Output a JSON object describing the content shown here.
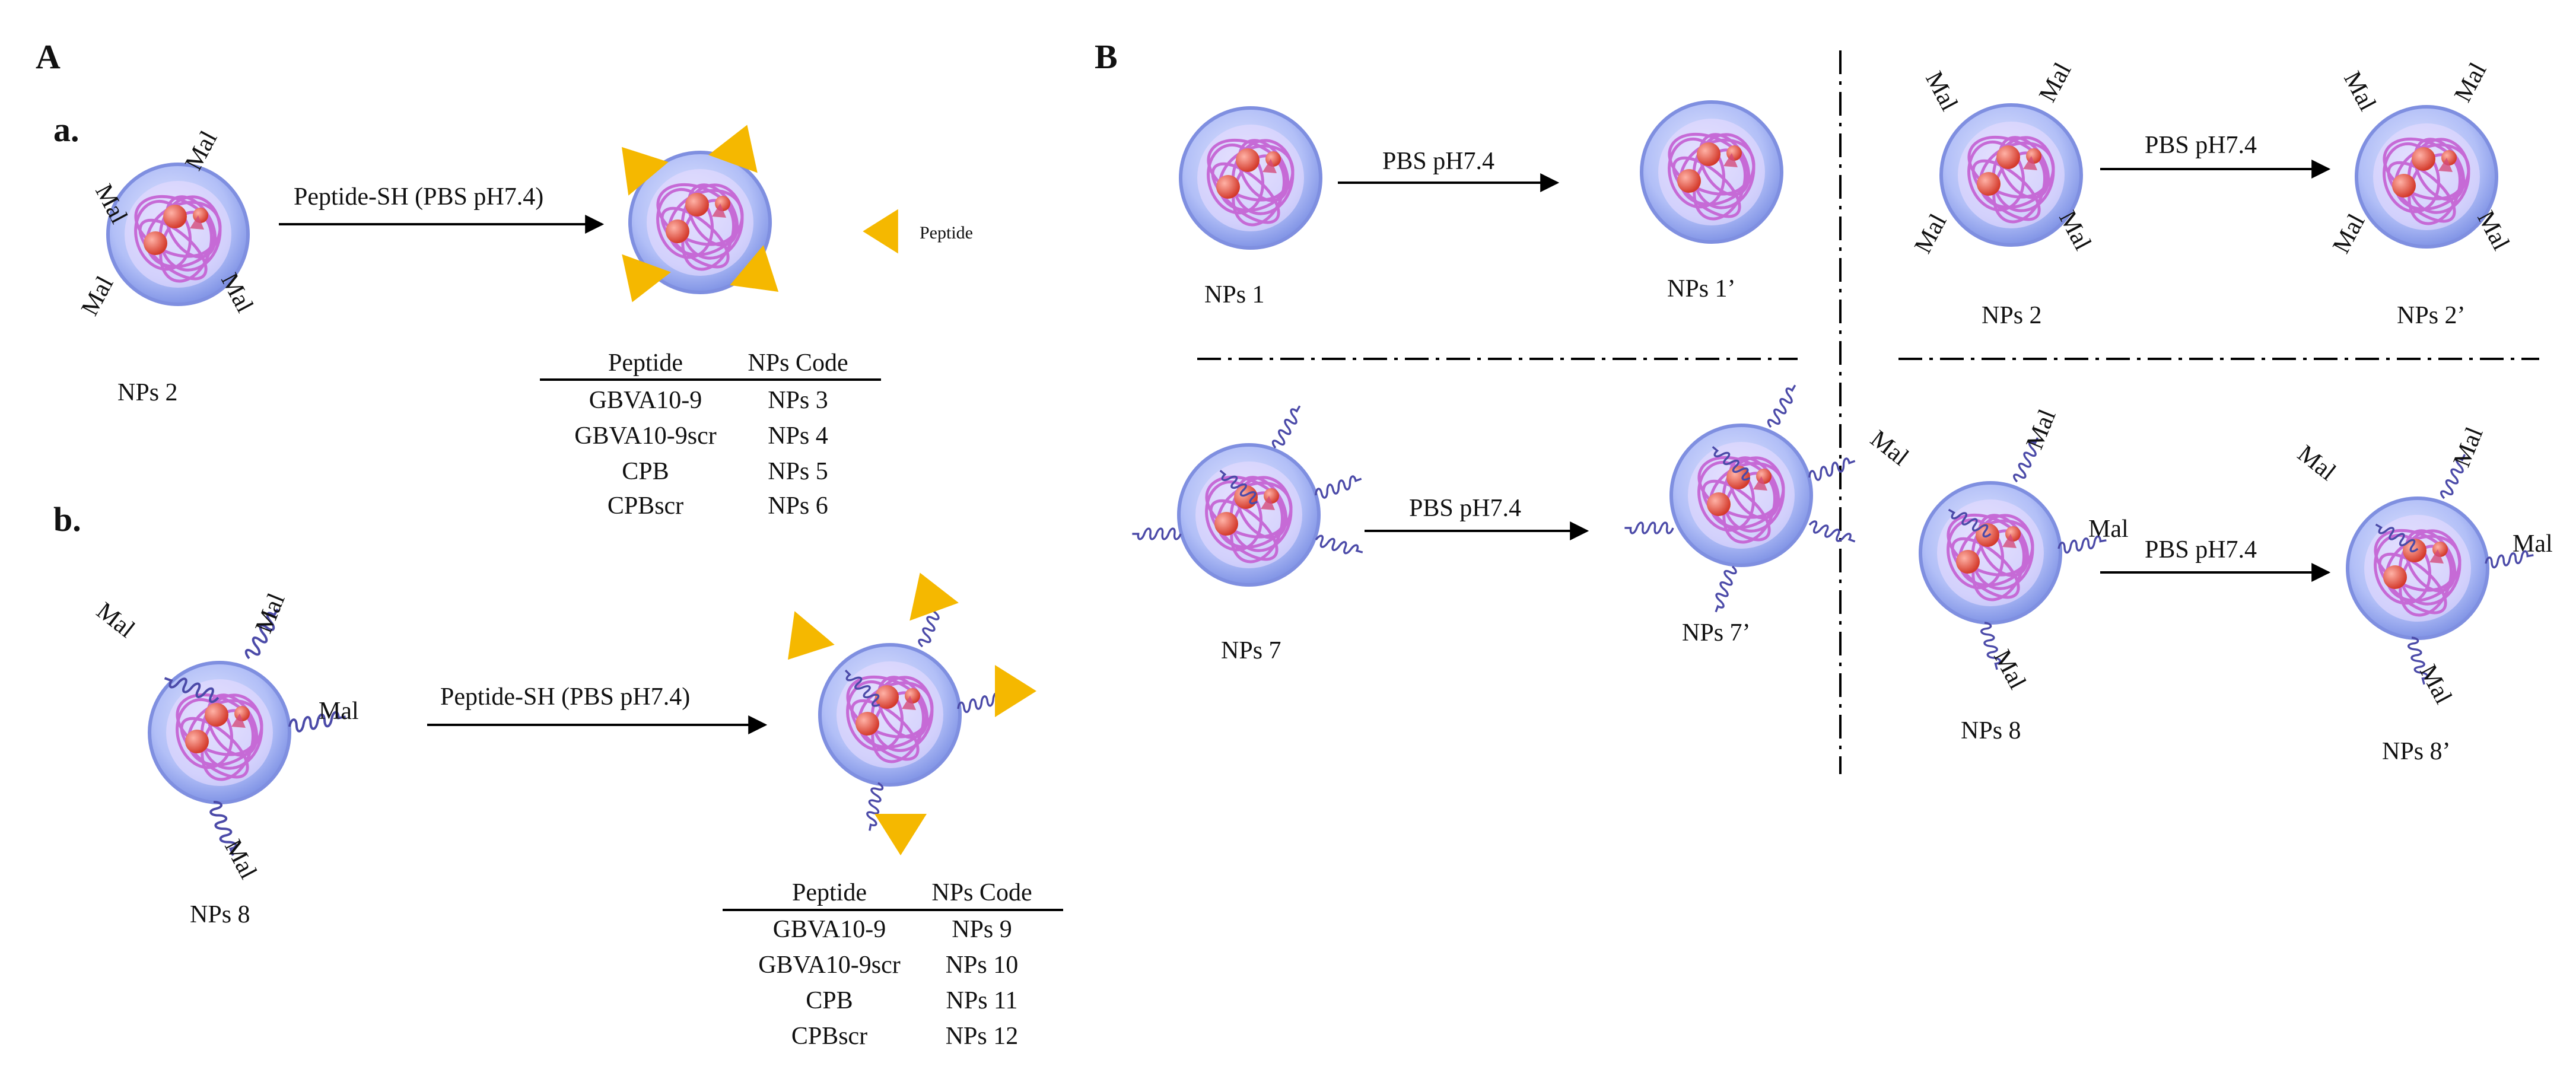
{
  "panels": {
    "A": "A",
    "B": "B"
  },
  "sub": {
    "a": "a.",
    "b": "b."
  },
  "labels": {
    "mal": "Mal",
    "peptide_sh": "Peptide-SH (PBS pH7.4)",
    "pbs": "PBS pH7.4",
    "peptide_legend": "Peptide",
    "nps2": "NPs 2",
    "nps8": "NPs 8",
    "nps1": "NPs 1",
    "nps1p": "NPs 1’",
    "nps2p": "NPs 2’",
    "nps7": "NPs 7",
    "nps7p": "NPs 7’",
    "nps8p": "NPs 8’"
  },
  "table_a": {
    "headers": [
      "Peptide",
      "NPs Code"
    ],
    "rows": [
      [
        "GBVA10-9",
        "NPs 3"
      ],
      [
        "GBVA10-9scr",
        "NPs 4"
      ],
      [
        "CPB",
        "NPs 5"
      ],
      [
        "CPBscr",
        "NPs 6"
      ]
    ]
  },
  "table_b": {
    "headers": [
      "Peptide",
      "NPs Code"
    ],
    "rows": [
      [
        "GBVA10-9",
        "NPs 9"
      ],
      [
        "GBVA10-9scr",
        "NPs 10"
      ],
      [
        "CPB",
        "NPs 11"
      ],
      [
        "CPBscr",
        "NPs 12"
      ]
    ]
  },
  "colors": {
    "shell_outer": "#8fa2ec",
    "shell_inner": "#c7d0fb",
    "strands": "#c86ad8",
    "core_ball": "#e05a4a",
    "peptide": "#f5b800",
    "spring": "#4b4aa8"
  }
}
